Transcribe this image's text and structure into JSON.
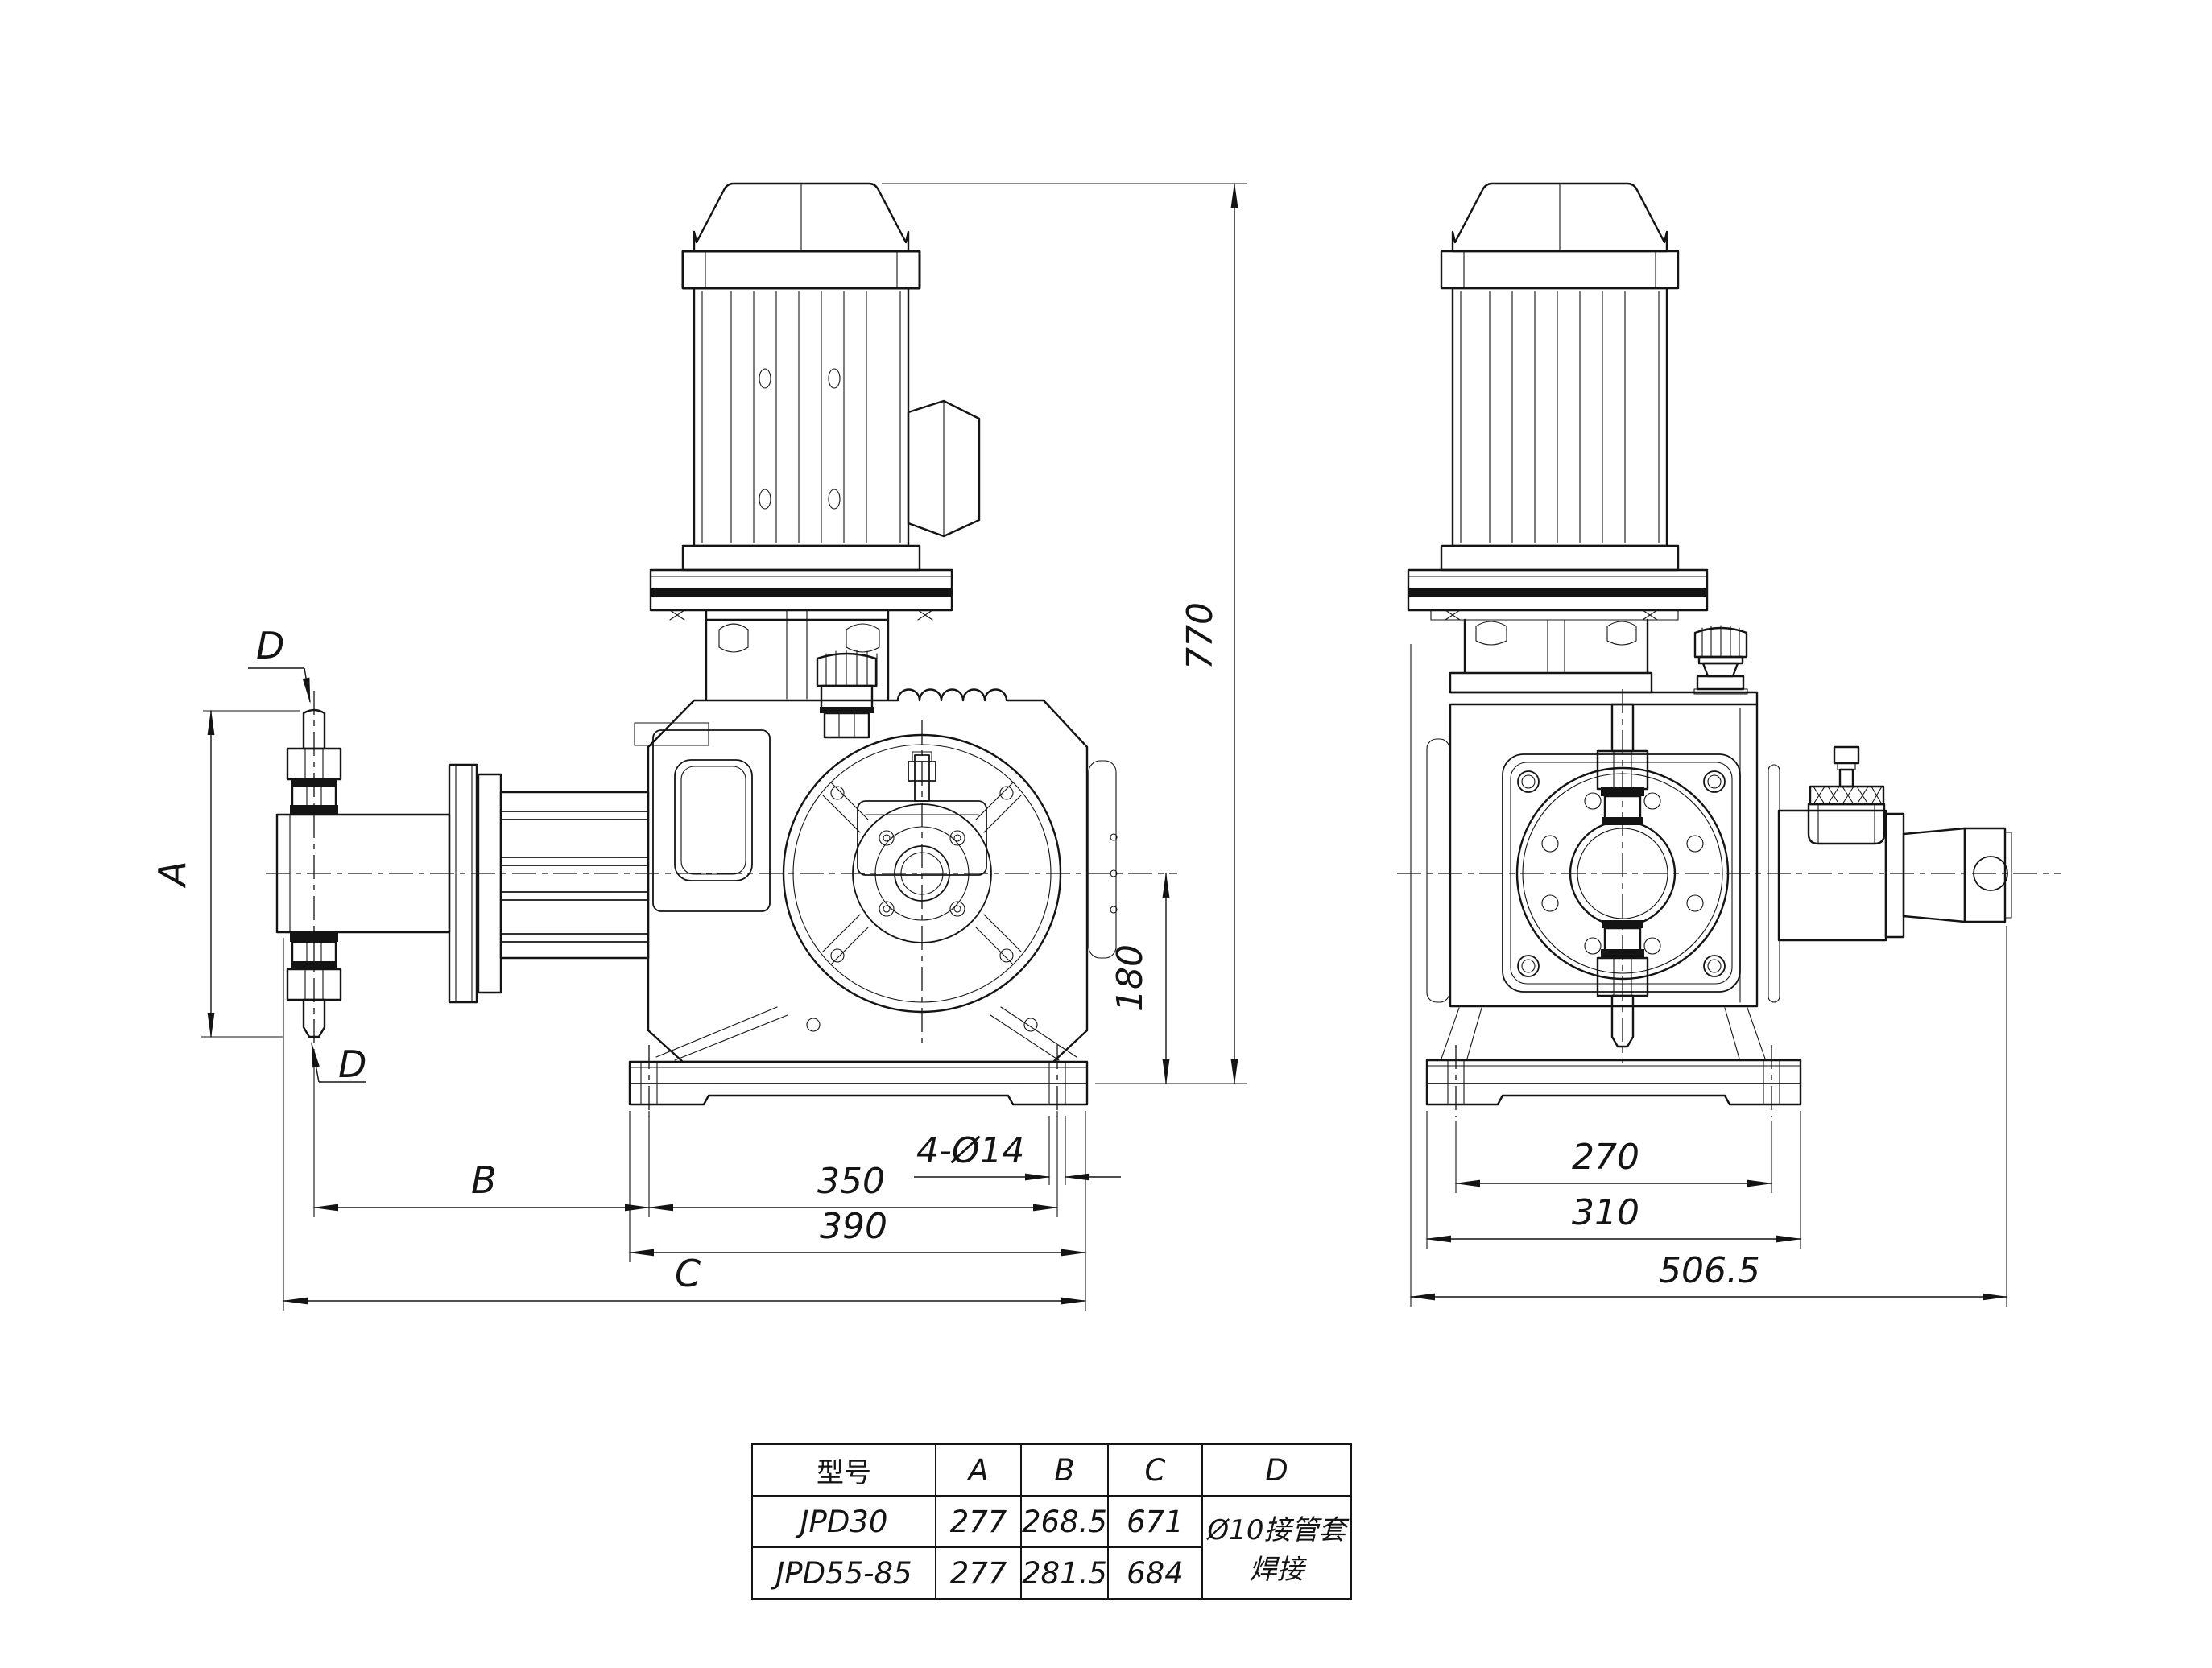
{
  "drawing": {
    "dims": {
      "a_label": "A",
      "b_label": "B",
      "c_label": "C",
      "d_top": "D",
      "d_bottom": "D",
      "overall_height": "770",
      "center_height": "180",
      "foot_holes": "4-Ø14",
      "foot_hole_span": "350",
      "base_length": "390",
      "side_foot_span": "270",
      "side_base_width": "310",
      "side_overall_width": "506.5"
    },
    "table": {
      "headers": [
        "型号",
        "A",
        "B",
        "C",
        "D"
      ],
      "rows": [
        [
          "JPD30",
          "277",
          "268.5",
          "671"
        ],
        [
          "JPD55-85",
          "277",
          "281.5",
          "684"
        ]
      ],
      "d_note": "Ø10接管套焊接"
    }
  }
}
